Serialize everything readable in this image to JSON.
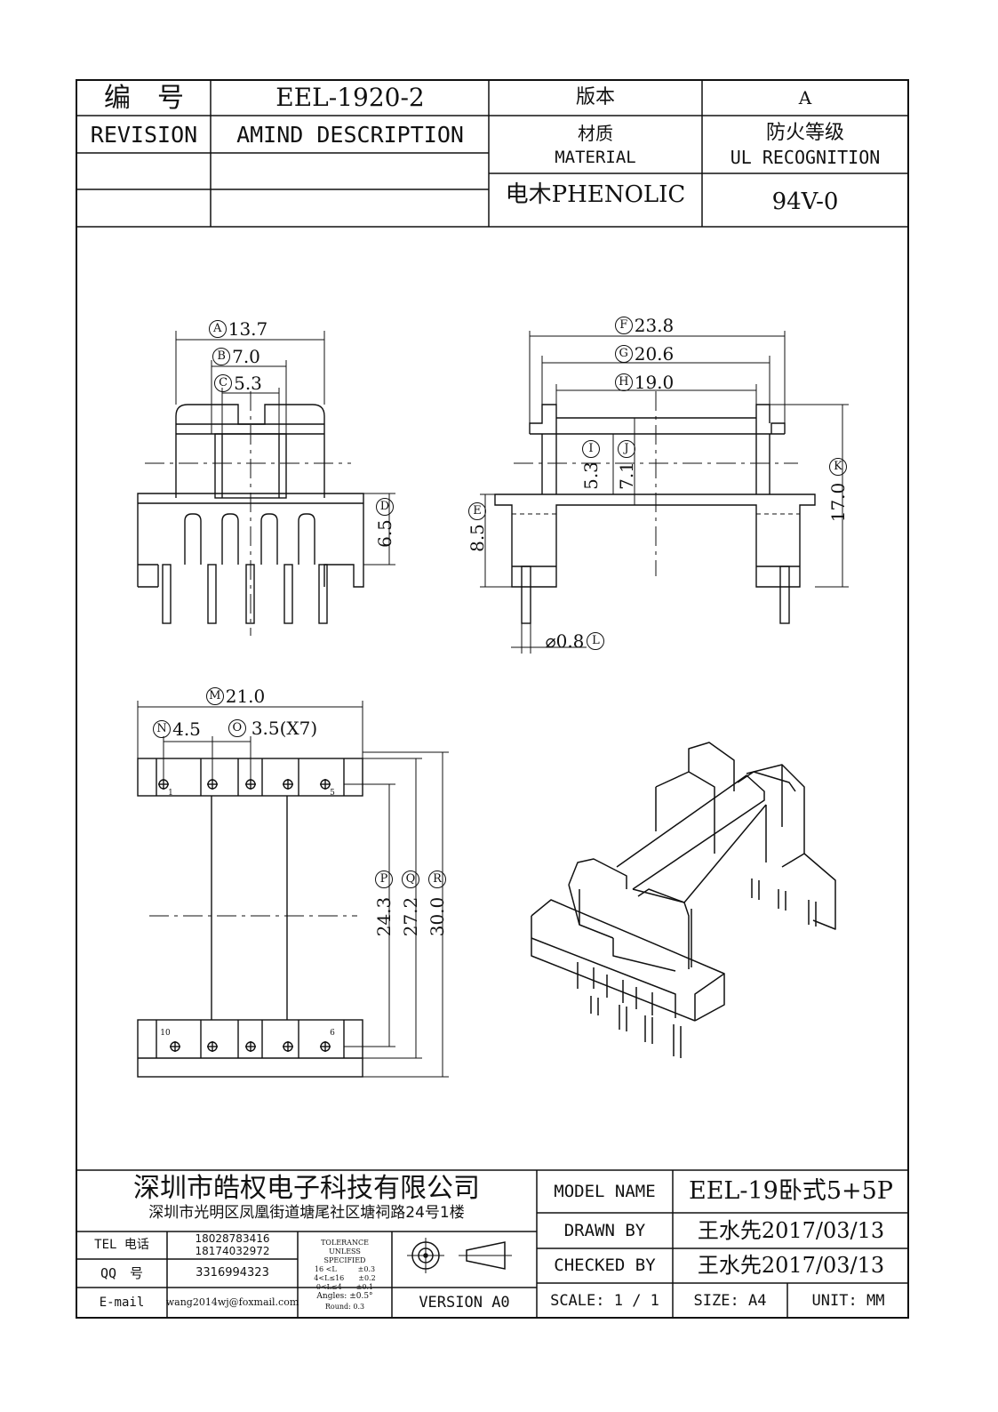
{
  "header": {
    "number_label": "编　号",
    "part_number": "EEL-1920-2",
    "version_label": "版本",
    "version_value": "A",
    "revision_label": "REVISION",
    "amind_label": "AMIND DESCRIPTION",
    "material_label_cn": "材质",
    "material_label_en": "MATERIAL",
    "ul_label_cn": "防火等级",
    "ul_label_en": "UL RECOGNITION",
    "material_value": "电木PHENOLIC",
    "ul_value": "94V-0"
  },
  "dimensions": {
    "A": "13.7",
    "B": "7.0",
    "C": "5.3",
    "D": "6.5",
    "E": "8.5",
    "F": "23.8",
    "G": "20.6",
    "H": "19.0",
    "I": "5.3",
    "J": "7.1",
    "K": "17.0",
    "L": "⌀0.8",
    "M": "21.0",
    "N": "4.5",
    "O": "3.5(X7)",
    "P": "24.3",
    "Q": "27.2",
    "R": "30.0"
  },
  "dimension_letters": {
    "A": "A",
    "B": "B",
    "C": "C",
    "D": "D",
    "E": "E",
    "F": "F",
    "G": "G",
    "H": "H",
    "I": "I",
    "J": "J",
    "K": "K",
    "L": "L",
    "M": "M",
    "N": "N",
    "O": "O",
    "P": "P",
    "Q": "Q",
    "R": "R"
  },
  "pins": {
    "p1": "1",
    "p5": "5",
    "p10": "10",
    "p6": "6"
  },
  "footer": {
    "company_name": "深圳市皓权电子科技有限公司",
    "company_address": "深圳市光明区凤凰街道塘尾社区塘祠路24号1楼",
    "tel_label": "TEL 电话",
    "tel_1": "18028783416",
    "tel_2": "18174032972",
    "qq_label": "QQ　号",
    "qq_value": "3316994323",
    "email_label": "E-mail",
    "email_value": "wang2014wj@foxmail.com",
    "tolerance_title": "TOLERANCE",
    "tolerance_unless": "UNLESS",
    "tolerance_specified": "SPECIFIED",
    "tol_row_1": "16 <L　　　±0.3",
    "tol_row_2": "4<L≤16　　±0.2",
    "tol_row_3": "0<L≤4　　±0.1",
    "tol_angles": "Angles: ±0.5°",
    "tol_round": "Round: 0.3",
    "version_text": "VERSION A0",
    "model_label": "MODEL NAME",
    "model_value": "EEL-19卧式5+5P",
    "drawn_label": "DRAWN BY",
    "drawn_value": "王水先2017/03/13",
    "checked_label": "CHECKED BY",
    "checked_value": "王水先2017/03/13",
    "scale_text": "SCALE: 1 / 1",
    "size_text": "SIZE: A4",
    "unit_text": "UNIT: MM"
  }
}
